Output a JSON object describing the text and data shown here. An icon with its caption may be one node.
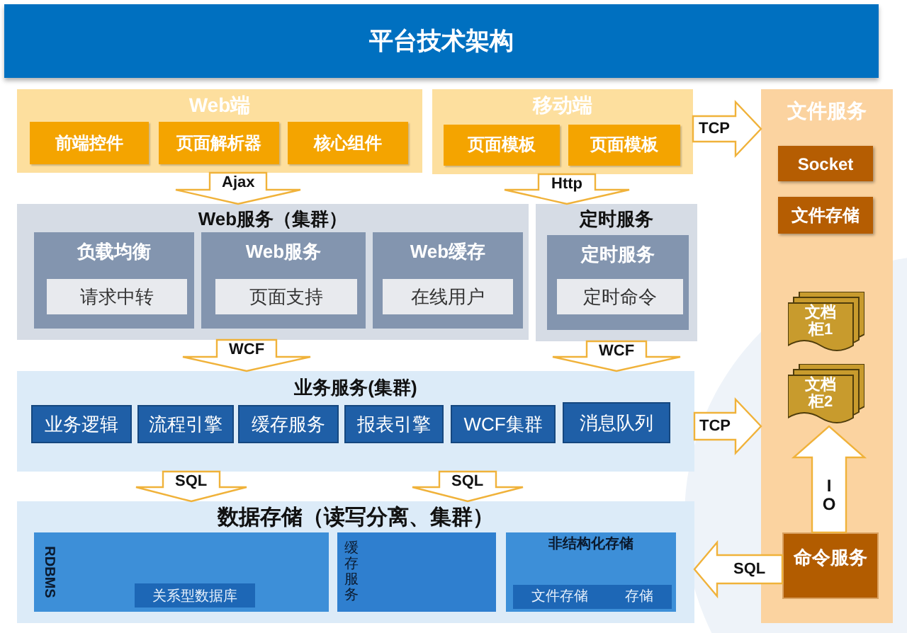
{
  "diagram": {
    "title": "平台技术架构",
    "nodes": [
      {
        "text": [
          "Web端"
        ]
      },
      {
        "text": [
          "前端控件"
        ],
        "in": 0
      },
      {
        "text": [
          "页面解析器"
        ],
        "in": 0
      },
      {
        "text": [
          "核心组件"
        ],
        "in": 0
      },
      {
        "text": [
          "移动端"
        ]
      },
      {
        "text": [
          "页面模板"
        ],
        "in": 4
      },
      {
        "text": [
          "页面模板"
        ],
        "in": 4
      },
      {
        "text": [
          "文件服务"
        ]
      },
      {
        "text": [
          "Socket"
        ],
        "in": 7
      },
      {
        "text": [
          "文件存储"
        ],
        "in": 7
      },
      {
        "text": [
          "文档柜1"
        ],
        "in": 7
      },
      {
        "text": [
          "文档柜2"
        ],
        "in": 7
      },
      {
        "text": [
          "命令服务"
        ],
        "in": 7
      },
      {
        "text": [
          "Web服务（集群）"
        ]
      },
      {
        "text": [
          "负载均衡"
        ],
        "in": 13
      },
      {
        "text": [
          "请求中转"
        ],
        "in": 14
      },
      {
        "text": [
          "Web服务"
        ],
        "in": 13
      },
      {
        "text": [
          "页面支持"
        ],
        "in": 16
      },
      {
        "text": [
          "Web缓存"
        ],
        "in": 13
      },
      {
        "text": [
          "在线用户"
        ],
        "in": 18
      },
      {
        "text": [
          "定时服务"
        ]
      },
      {
        "text": [
          "定时服务"
        ],
        "in": 20
      },
      {
        "text": [
          "定时命令"
        ],
        "in": 21
      },
      {
        "text": [
          "业务服务(集群)"
        ]
      },
      {
        "text": [
          "业务逻辑"
        ],
        "in": 23
      },
      {
        "text": [
          "流程引擎"
        ],
        "in": 23
      },
      {
        "text": [
          "缓存服务"
        ],
        "in": 23
      },
      {
        "text": [
          "报表引擎"
        ],
        "in": 23
      },
      {
        "text": [
          "WCF集群"
        ],
        "in": 23
      },
      {
        "text": [
          "消息队列"
        ],
        "in": 23
      },
      {
        "text": [
          "数据存储（读写分离、集群）"
        ]
      },
      {
        "text": [
          "RDBMS"
        ],
        "in": 30
      },
      {
        "text": [
          "关系型数据库"
        ],
        "in": 31
      },
      {
        "text": [
          "缓存服务"
        ],
        "in": 30
      },
      {
        "text": [
          "非结构化存储"
        ],
        "in": 30
      },
      {
        "text": [
          "文件存储",
          "存储"
        ],
        "in": 34
      }
    ],
    "edges": [
      {
        "from": 0,
        "to": 13,
        "arrow": "to",
        "label": "Ajax"
      },
      {
        "from": 4,
        "to": 20,
        "arrow": "to",
        "label": "Http"
      },
      {
        "from": 4,
        "to": 7,
        "arrow": "to",
        "label": "TCP"
      },
      {
        "from": 13,
        "to": 23,
        "arrow": "to",
        "label": "WCF"
      },
      {
        "from": 20,
        "to": 23,
        "arrow": "to",
        "label": "WCF"
      },
      {
        "from": 23,
        "to": 7,
        "arrow": "to",
        "label": "TCP"
      },
      {
        "from": 23,
        "to": 30,
        "arrow": "to",
        "label": "SQL"
      },
      {
        "from": 23,
        "to": 30,
        "arrow": "to",
        "label": "SQL"
      },
      {
        "from": 12,
        "to": 30,
        "arrow": "to",
        "label": "SQL"
      },
      {
        "from": 12,
        "to": 11,
        "arrow": "to",
        "label": "IO"
      }
    ]
  }
}
